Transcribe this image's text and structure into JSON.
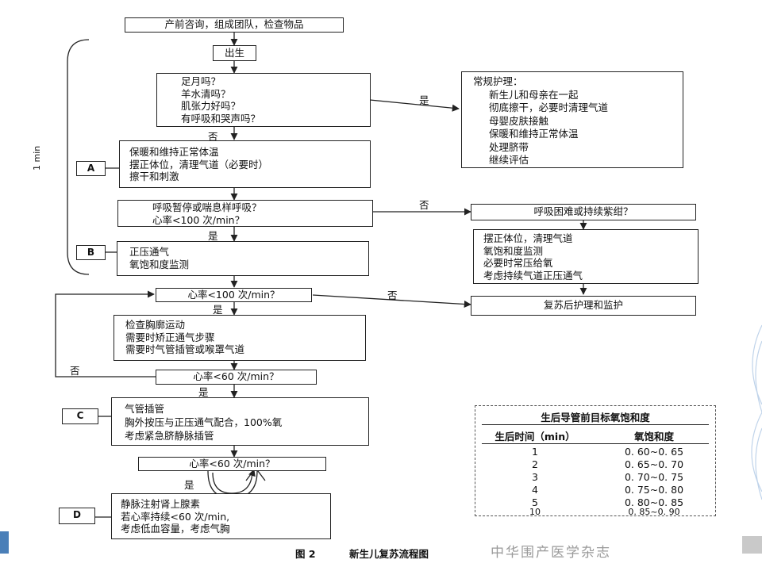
{
  "flow": {
    "start": "产前咨询，组成团队，检查物品",
    "birth": "出生",
    "assess": [
      "足月吗？",
      "羊水清吗？",
      "肌张力好吗？",
      "有呼吸和哭声吗？"
    ],
    "routine": [
      "常规护理：",
      "新生儿和母亲在一起",
      "彻底擦干，必要时清理气道",
      "母婴皮肤接触",
      "保暖和维持正常体温",
      "处理脐带",
      "继续评估"
    ],
    "yes1": "是",
    "no1": "否",
    "initial": [
      "保暖和维持正常体温",
      "摆正体位，清理气道（必要时）",
      "擦干和刺激"
    ],
    "breathing_q": [
      "呼吸暂停或喘息样呼吸？",
      "心率<100 次/min？"
    ],
    "no2": "否",
    "labored_q": "呼吸困难或持续紫绀？",
    "yes2": "是",
    "ppv": [
      "正压通气",
      "氧饱和度监测"
    ],
    "labored_act": [
      "摆正体位，清理气道",
      "氧饱和度监测",
      "必要时常压给氧",
      "考虑持续气道正压通气"
    ],
    "hr100_q": "心率<100 次/min？",
    "no3": "否",
    "post_care": "复苏后护理和监护",
    "yes3": "是",
    "chest": [
      "检查胸廓运动",
      "需要时矫正通气步骤",
      "需要时气管插管或喉罩气道"
    ],
    "no4": "否",
    "hr60_q1": "心率<60 次/min？",
    "yes4": "是",
    "intubate": [
      "气管插管",
      "胸外按压与正压通气配合，100%氧",
      "考虑紧急脐静脉插管"
    ],
    "hr60_q2": "心率<60 次/min？",
    "yes5": "是",
    "epi": [
      "静脉注射肾上腺素",
      "若心率持续<60 次/min,",
      "考虑低血容量，考虑气胸"
    ],
    "time_label": "1 min",
    "tags": {
      "a": "A",
      "b": "B",
      "c": "C",
      "d": "D"
    }
  },
  "table": {
    "title": "生后导管前目标氧饱和度",
    "headers": [
      "生后时间（min）",
      "氧饱和度"
    ],
    "rows": [
      [
        "1",
        "0. 60~0. 65"
      ],
      [
        "2",
        "0. 65~0. 70"
      ],
      [
        "3",
        "0. 70~0. 75"
      ],
      [
        "4",
        "0. 75~0. 80"
      ],
      [
        "5",
        "0. 80~0. 85"
      ],
      [
        "10",
        "0. 85~0. 90"
      ]
    ]
  },
  "caption": {
    "fig": "图 2",
    "title": "新生儿复苏流程图"
  },
  "watermark": "中华围产医学杂志",
  "colors": {
    "accent": "#4a7fb8",
    "line": "#222222"
  }
}
